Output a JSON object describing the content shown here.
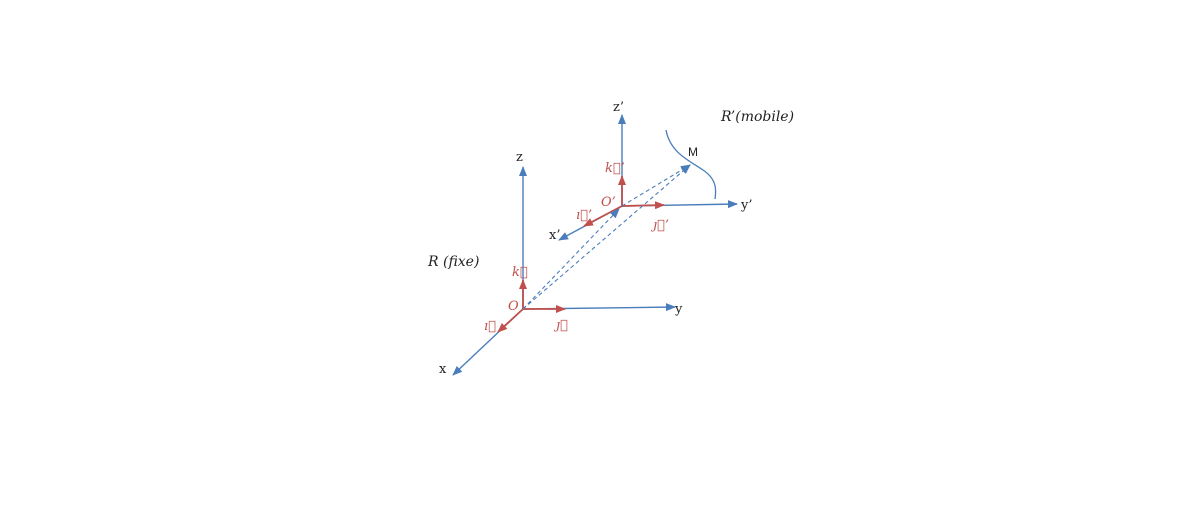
{
  "colors": {
    "axis": "#4a7ebb",
    "unit_vector": "#c0504d",
    "text": "#222222"
  },
  "fixed_frame": {
    "name": "R (fixe)",
    "origin": "O",
    "axes": {
      "x": "x",
      "y": "y",
      "z": "z"
    },
    "unit_vectors": {
      "i": "ı⃗",
      "j": "ȷ⃗",
      "k": "k⃗"
    }
  },
  "mobile_frame": {
    "name": "R’(mobile)",
    "origin": "O’",
    "axes": {
      "x": "x’",
      "y": "y’",
      "z": "z’"
    },
    "unit_vectors": {
      "i": "ı⃗’",
      "j": "ȷ⃗’",
      "k": "k⃗’"
    }
  },
  "point": "M"
}
